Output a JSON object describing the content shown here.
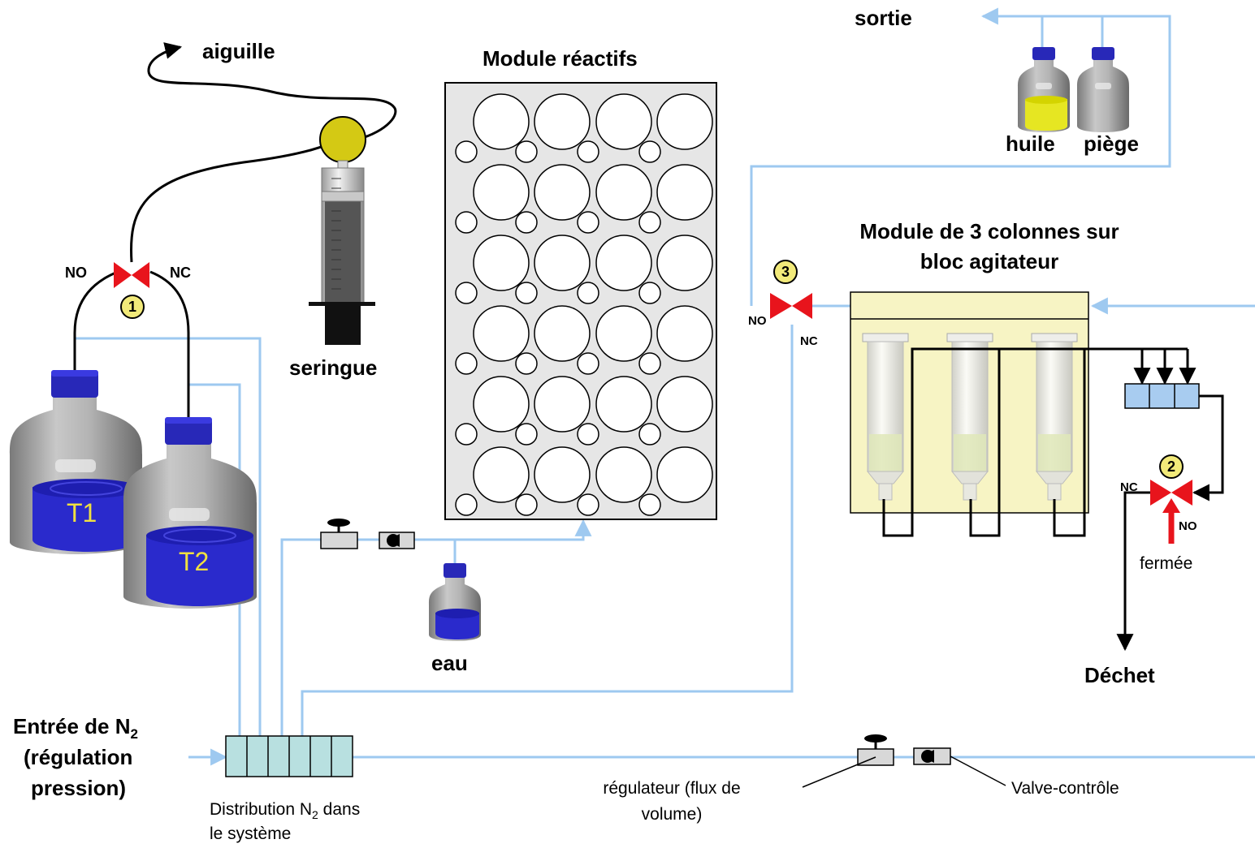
{
  "labels": {
    "aiguille": "aiguille",
    "module_reactifs": "Module réactifs",
    "seringue": "seringue",
    "sortie": "sortie",
    "huile": "huile",
    "piege": "piège",
    "module_colonnes_l1": "Module de 3 colonnes sur",
    "module_colonnes_l2": "bloc agitateur",
    "eau": "eau",
    "dechet": "Déchet",
    "fermee": "fermée",
    "entree_l1": "Entrée de N",
    "entree_sub": "2",
    "entree_l2": "(régulation",
    "entree_l3": "pression)",
    "distrib_l1a": "Distribution N",
    "distrib_sub": "2",
    "distrib_l1b": " dans",
    "distrib_l2": "le système",
    "regulateur_l1": "régulateur (flux de",
    "regulateur_l2": "volume)",
    "valve_controle": "Valve-contrôle"
  },
  "valves": {
    "v1": {
      "number": "1",
      "no": "NO",
      "nc": "NC"
    },
    "v2": {
      "number": "2",
      "no": "NO",
      "nc": "NC"
    },
    "v3": {
      "number": "3",
      "no": "NO",
      "nc": "NC"
    }
  },
  "tanks": {
    "t1": "T1",
    "t2": "T2"
  },
  "colors": {
    "gas_line": "#9ec9f0",
    "valve": "#e8141c",
    "liquid_blue": "#2a2acc",
    "oil_yellow": "#e6e622",
    "shaker_block": "#f7f4c4",
    "manifold": "#b8e0e0",
    "panel": "#e6e6e6"
  }
}
